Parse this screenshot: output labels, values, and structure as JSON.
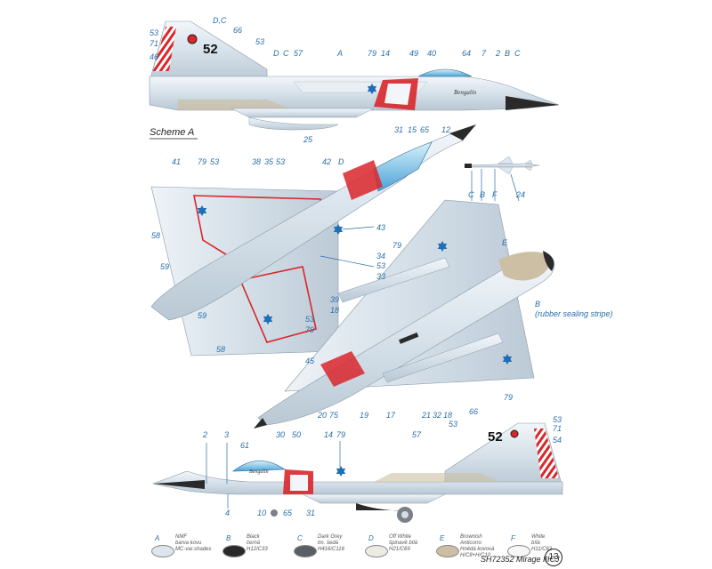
{
  "scheme_label": "Scheme A",
  "tail_code": "52",
  "inscription": "Bengalin",
  "footer": {
    "code": "SH72352 Mirage IIICJ",
    "page": "13"
  },
  "colors": {
    "A": "#dde6ee",
    "B": "#2a2a2a",
    "C": "#5a5f66",
    "D": "#ecece3",
    "E": "#cdbfa4",
    "F": "#f7f7f7",
    "red": "#d9262b",
    "blue": "#1e6fb8",
    "canopy": "#7fc4e8",
    "leader": "#2a6fa8"
  },
  "legend": [
    {
      "letter": "A",
      "text": "NMF\nbarva kovu\nMC-var.shades"
    },
    {
      "letter": "B",
      "text": "Black\nčerná\nH12/C33"
    },
    {
      "letter": "C",
      "text": "Dark Grey\ntm. šedá\nH416/C116"
    },
    {
      "letter": "D",
      "text": "Off White\nšpinavě bílá\nH21/C69"
    },
    {
      "letter": "E",
      "text": "Brownish Anticorro\nHnědá kovová\nH/C8+H/C10"
    },
    {
      "letter": "F",
      "text": "White\nbílá\nH11/C62"
    }
  ],
  "callouts": {
    "top_view": [
      "D,C",
      "53",
      "71",
      "46",
      "66",
      "53",
      "D",
      "C",
      "57",
      "A",
      "79",
      "14",
      "49",
      "40",
      "64",
      "7",
      "2",
      "B",
      "C",
      "31",
      "15",
      "65",
      "12",
      "25"
    ],
    "missile": [
      "C",
      "B",
      "F",
      "24"
    ],
    "plan_view": [
      "41",
      "79",
      "53",
      "38",
      "35",
      "53",
      "42",
      "D",
      "58",
      "43",
      "59",
      "34",
      "53",
      "33",
      "59",
      "53",
      "79",
      "58",
      "45"
    ],
    "under_view": [
      "79",
      "E",
      "39",
      "18",
      "B",
      "(rubber\nsealing\nstripe)",
      "79",
      "20",
      "75",
      "19",
      "17",
      "21",
      "32",
      "18"
    ],
    "side_view": [
      "2",
      "3",
      "61",
      "30",
      "50",
      "14",
      "79",
      "57",
      "53",
      "66",
      "53",
      "71",
      "54",
      "4",
      "10",
      "65",
      "31"
    ]
  }
}
